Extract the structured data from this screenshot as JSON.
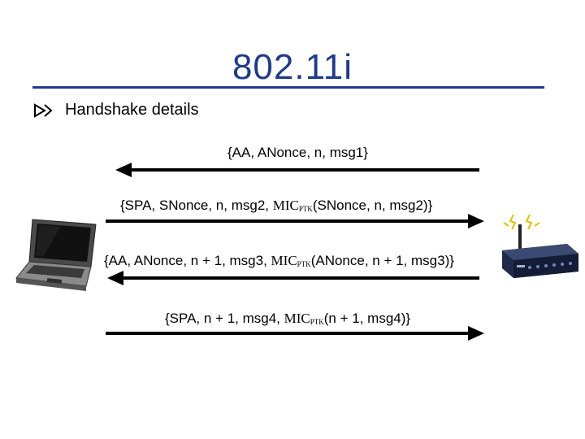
{
  "slide": {
    "title": "802.11i",
    "bullet": "Handshake details"
  },
  "messages": [
    {
      "id": "msg1",
      "direction": "left",
      "text": "{AA, ANonce, n, msg1}"
    },
    {
      "id": "msg2",
      "direction": "right",
      "pre": "{SPA, SNonce, n, msg2, ",
      "mic": "MIC",
      "sub": "PTK",
      "post": "(SNonce, n, msg2)}"
    },
    {
      "id": "msg3",
      "direction": "left",
      "pre": "{AA, ANonce, n + 1, msg3, ",
      "mic": "MIC",
      "sub": "PTK",
      "post": "(ANonce, n + 1, msg3)}"
    },
    {
      "id": "msg4",
      "direction": "right",
      "pre": "{SPA, n + 1, msg4, ",
      "mic": "MIC",
      "sub": "PTK",
      "post": "(n + 1, msg4)}"
    }
  ],
  "colors": {
    "title": "#1f3a8f",
    "rule": "#1f3a8f",
    "arrow": "#000000"
  },
  "icons": [
    "bullet-arrow-icon",
    "laptop-icon",
    "access-point-icon"
  ]
}
